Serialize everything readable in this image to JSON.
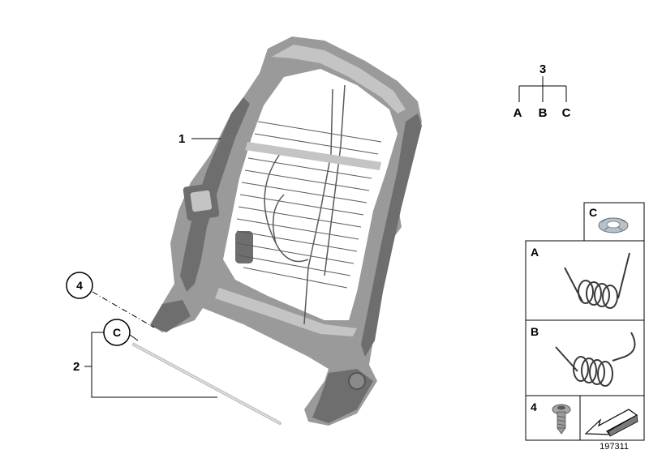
{
  "callouts": {
    "part_1": "1",
    "part_2": "2",
    "part_3": "3",
    "part_4": "4",
    "circle_4": "4",
    "circle_c": "C"
  },
  "tree": {
    "root": "3",
    "children": [
      "A",
      "B",
      "C"
    ]
  },
  "legend_panels": {
    "c": "C",
    "a": "A",
    "b": "B",
    "four": "4"
  },
  "diagram_number": "197311",
  "colors": {
    "line": "#000000",
    "frame_dark": "#6e6e6e",
    "frame_mid": "#9a9a9a",
    "frame_light": "#c4c4c4"
  }
}
